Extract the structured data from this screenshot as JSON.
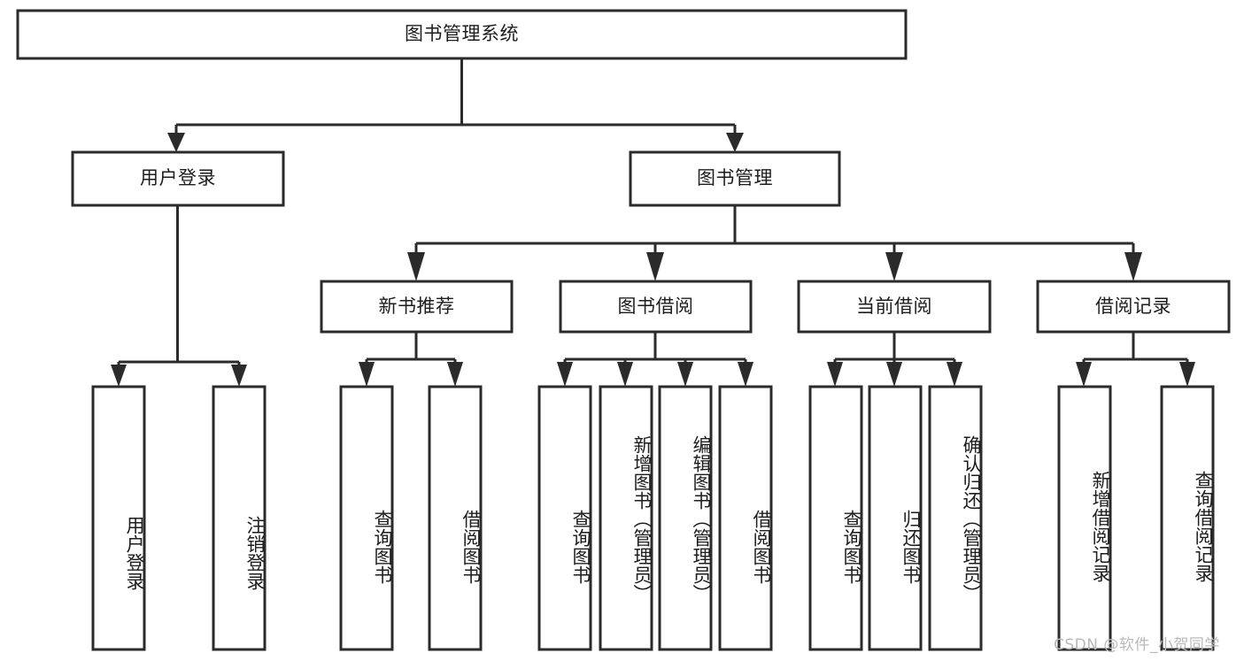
{
  "diagram": {
    "type": "tree-hierarchy",
    "title": "图书管理系统",
    "root": {
      "id": "root",
      "label": "图书管理系统",
      "orientation": "horizontal"
    },
    "level1": [
      {
        "id": "user-login",
        "label": "用户登录",
        "orientation": "horizontal"
      },
      {
        "id": "book-manage",
        "label": "图书管理",
        "orientation": "horizontal"
      }
    ],
    "level2": [
      {
        "id": "new-book-rec",
        "label": "新书推荐",
        "orientation": "horizontal"
      },
      {
        "id": "book-borrow",
        "label": "图书借阅",
        "orientation": "horizontal"
      },
      {
        "id": "current-borrow",
        "label": "当前借阅",
        "orientation": "horizontal"
      },
      {
        "id": "borrow-record",
        "label": "借阅记录",
        "orientation": "horizontal"
      }
    ],
    "leaves": [
      {
        "id": "leaf-user-login",
        "label": "用户登录",
        "parent": "user-login",
        "orientation": "vertical"
      },
      {
        "id": "leaf-logout",
        "label": "注销登录",
        "parent": "user-login",
        "orientation": "vertical"
      },
      {
        "id": "leaf-query-book-1",
        "label": "查询图书",
        "parent": "new-book-rec",
        "orientation": "vertical"
      },
      {
        "id": "leaf-borrow-book-1",
        "label": "借阅图书",
        "parent": "new-book-rec",
        "orientation": "vertical"
      },
      {
        "id": "leaf-query-book-2",
        "label": "查询图书",
        "parent": "book-borrow",
        "orientation": "vertical"
      },
      {
        "id": "leaf-add-book",
        "label": "新增图书（管理员）",
        "parent": "book-borrow",
        "orientation": "vertical"
      },
      {
        "id": "leaf-edit-book",
        "label": "编辑图书（管理员）",
        "parent": "book-borrow",
        "orientation": "vertical"
      },
      {
        "id": "leaf-borrow-book-2",
        "label": "借阅图书",
        "parent": "book-borrow",
        "orientation": "vertical"
      },
      {
        "id": "leaf-query-book-3",
        "label": "查询图书",
        "parent": "current-borrow",
        "orientation": "vertical"
      },
      {
        "id": "leaf-return-book",
        "label": "归还图书",
        "parent": "current-borrow",
        "orientation": "vertical"
      },
      {
        "id": "leaf-confirm-return",
        "label": "确认归还（管理员）",
        "parent": "current-borrow",
        "orientation": "vertical"
      },
      {
        "id": "leaf-add-record",
        "label": "新增借阅记录",
        "parent": "borrow-record",
        "orientation": "vertical"
      },
      {
        "id": "leaf-query-record",
        "label": "查询借阅记录",
        "parent": "borrow-record",
        "orientation": "vertical"
      }
    ],
    "colors": {
      "stroke": "#2b2b2b",
      "fill": "#ffffff",
      "text": "#1d1d1d",
      "background": "#ffffff",
      "watermark": "#b9b9b9"
    }
  },
  "watermark": {
    "text": "CSDN @软件_小贺同学"
  }
}
